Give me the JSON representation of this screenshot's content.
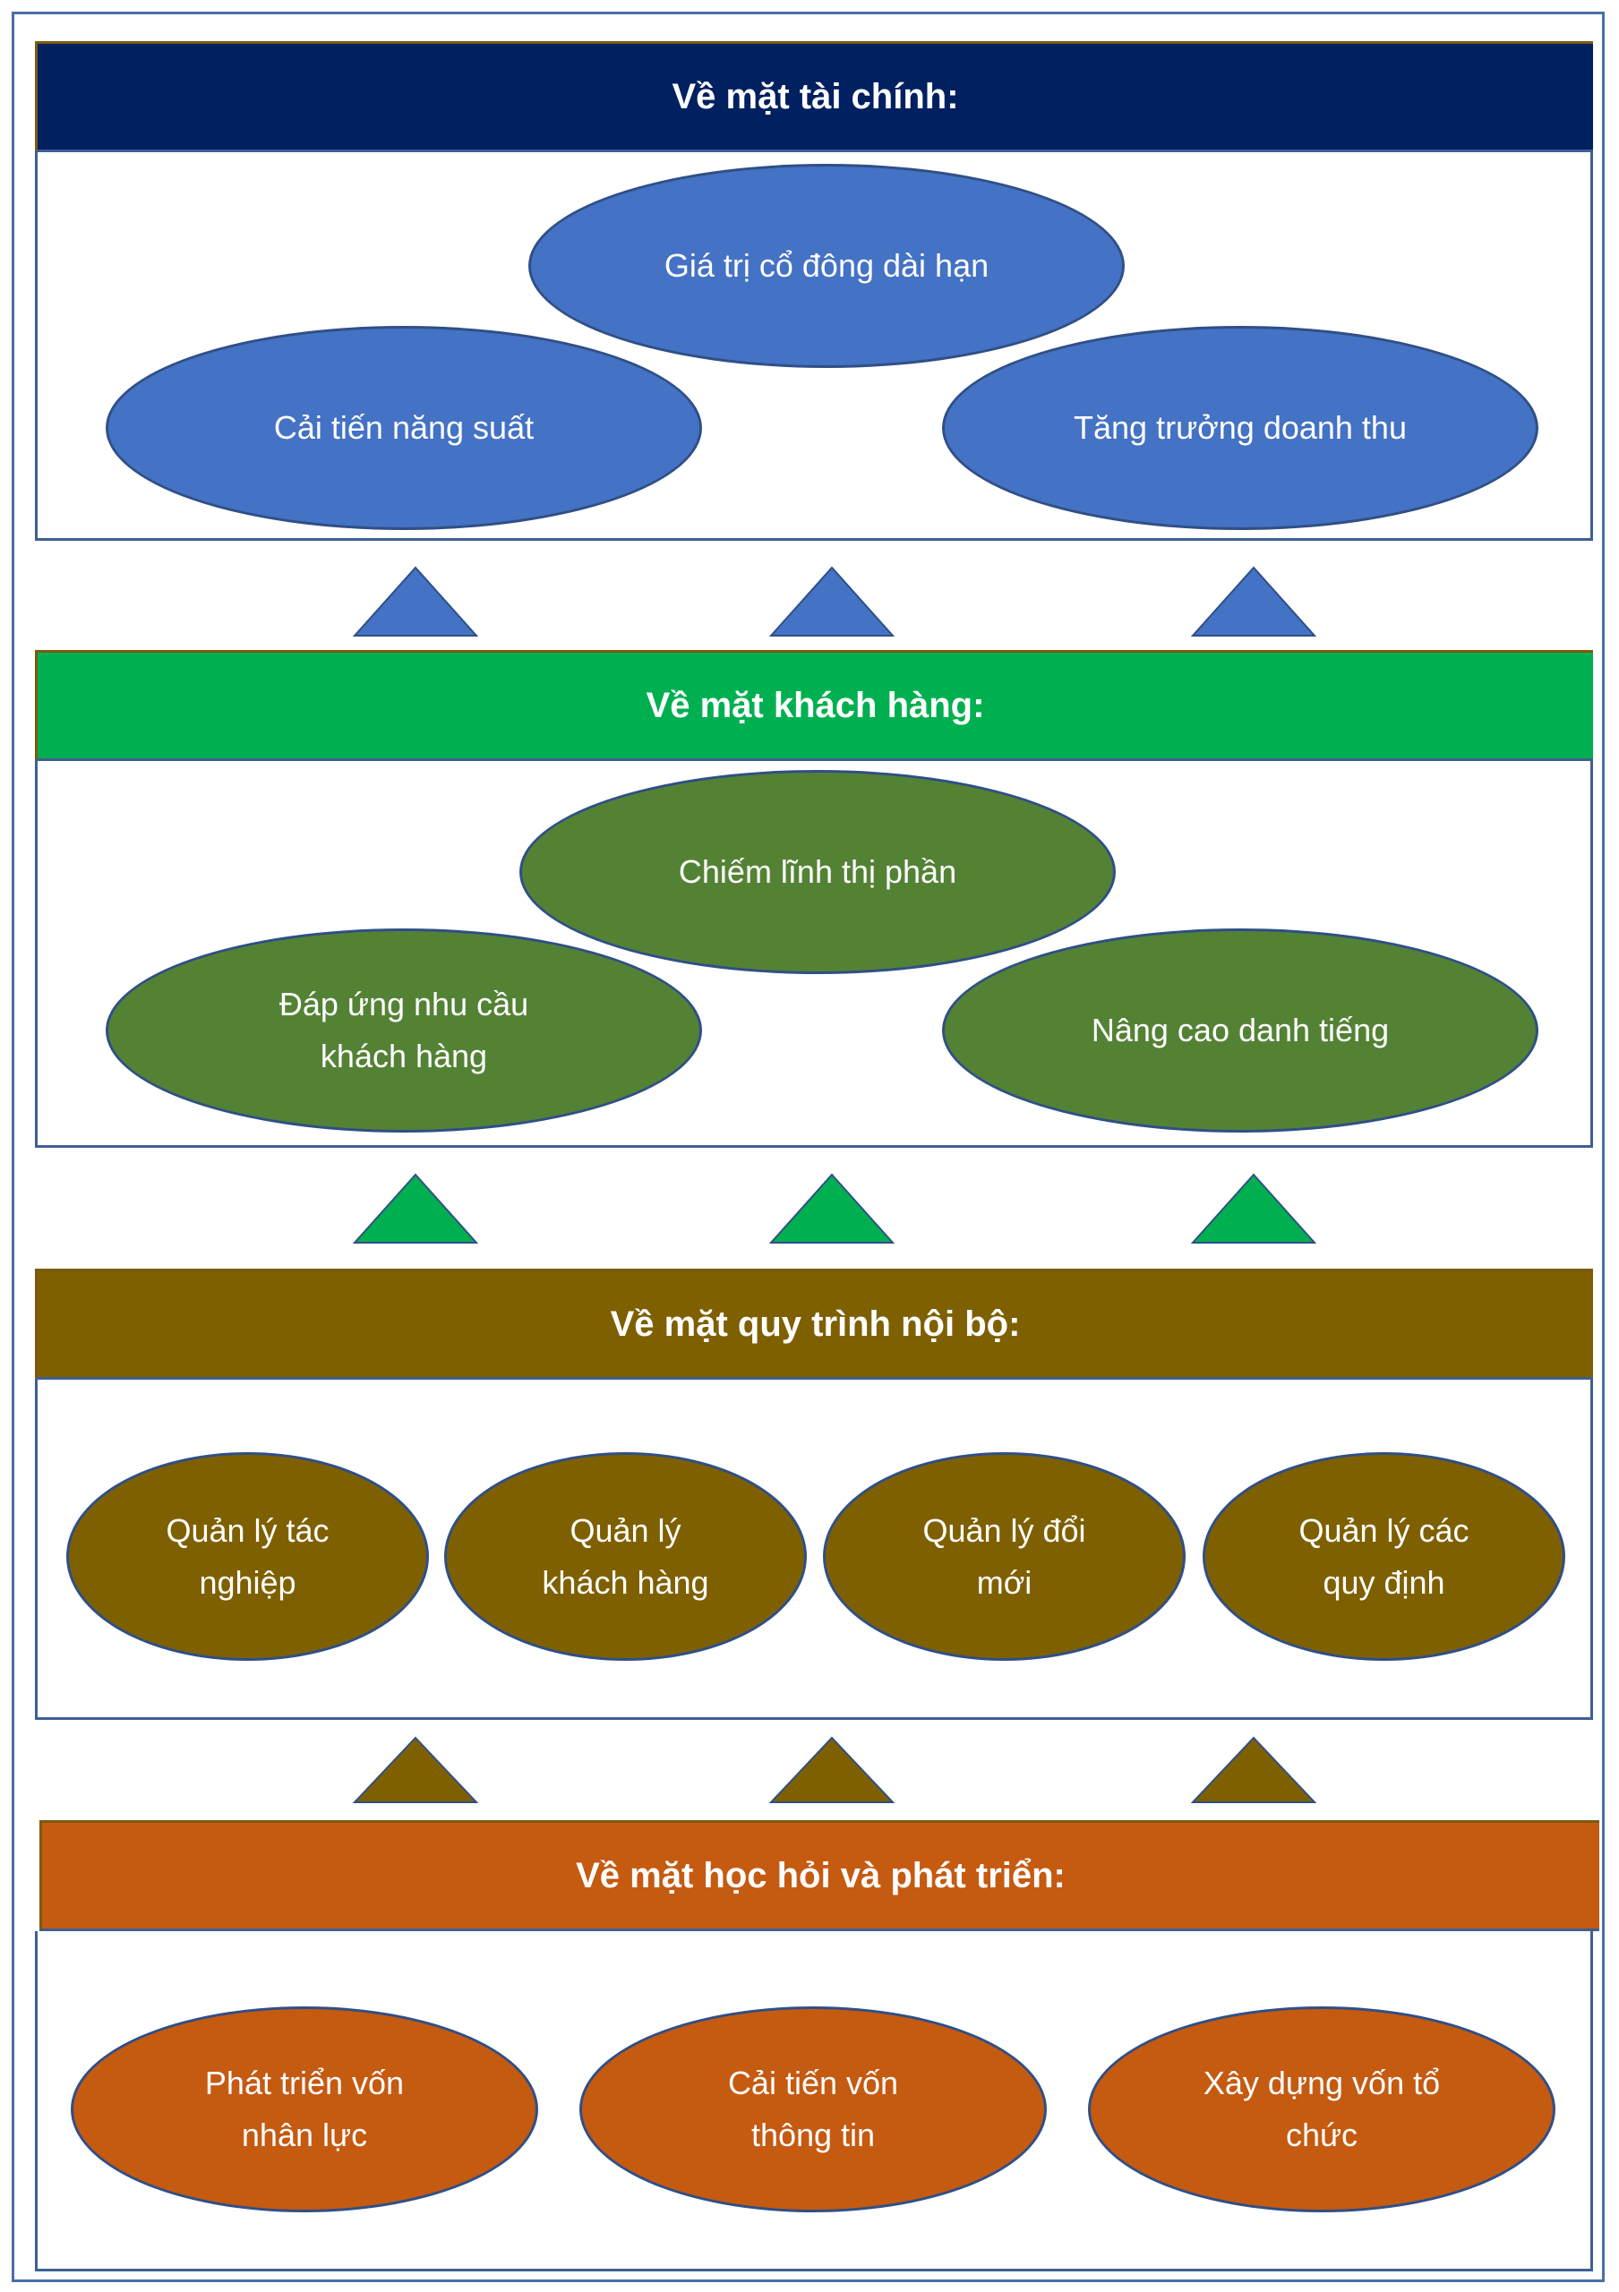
{
  "colors": {
    "financial_header": "#002060",
    "financial_item": "#4472c4",
    "customer_header": "#00b050",
    "customer_item": "#548235",
    "internal_header": "#7f6000",
    "internal_item": "#7f6000",
    "learning_header": "#c55a11",
    "learning_item": "#c55a11"
  },
  "sections": [
    {
      "title": "Về mặt tài chính:",
      "items": [
        "Giá trị cổ đông dài hạn",
        "Cải tiến năng suất",
        "Tăng trưởng doanh thu"
      ]
    },
    {
      "title": "Về mặt khách hàng:",
      "items": [
        "Chiếm lĩnh thị phần",
        "Đáp ứng nhu cầu khách hàng",
        "Nâng cao danh tiếng"
      ]
    },
    {
      "title": "Về mặt quy trình nội bộ:",
      "items": [
        "Quản lý tác nghiệp",
        "Quản lý khách hàng",
        "Quản lý đổi mới",
        "Quản lý các quy định"
      ]
    },
    {
      "title": "Về mặt học hỏi và phát triển:",
      "items": [
        "Phát triển vốn nhân lực",
        "Cải tiến vốn thông tin",
        "Xây dựng vốn tổ chức"
      ]
    }
  ],
  "arrows": [
    "up-arrow",
    "up-arrow",
    "up-arrow"
  ]
}
